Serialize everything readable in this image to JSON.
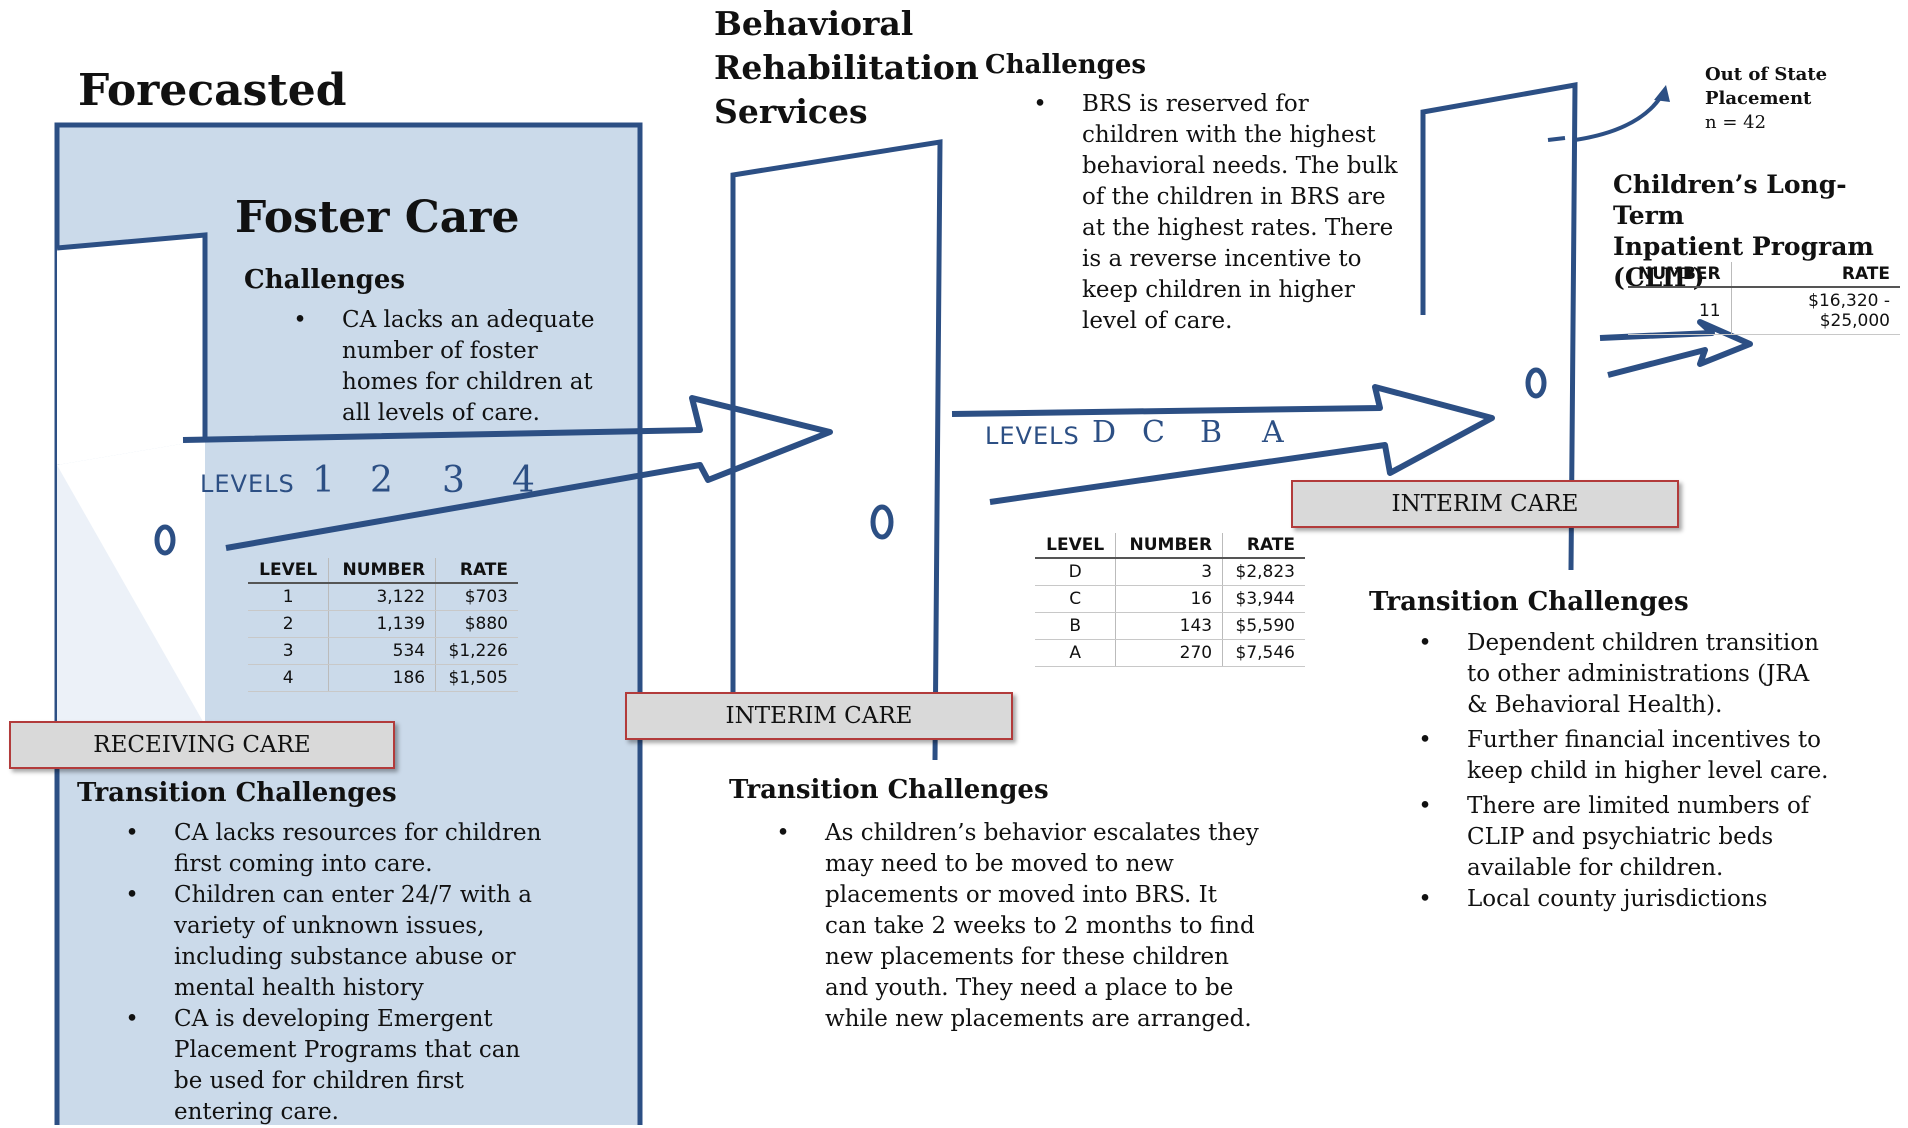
{
  "title": "Forecasted",
  "foster_care": {
    "heading": "Foster Care",
    "challenges_heading": "Challenges",
    "challenges": [
      "CA lacks an adequate number of foster homes for children at all levels of care."
    ],
    "levels_label": "LEVELS",
    "levels": [
      "1",
      "2",
      "3",
      "4"
    ],
    "table": {
      "headers": [
        "LEVEL",
        "NUMBER",
        "RATE"
      ],
      "rows": [
        [
          "1",
          "3,122",
          "$703"
        ],
        [
          "2",
          "1,139",
          "$880"
        ],
        [
          "3",
          "534",
          "$1,226"
        ],
        [
          "4",
          "186",
          "$1,505"
        ]
      ]
    },
    "box_label": "RECEIVING CARE",
    "transition_heading": "Transition Challenges",
    "transition": [
      "CA lacks resources for children first coming into care.",
      "Children can enter 24/7 with a variety of unknown issues, including substance abuse or mental health history",
      "CA is developing Emergent Placement Programs that can be used for children first entering care."
    ]
  },
  "brs": {
    "heading_lines": [
      "Behavioral",
      "Rehabilitation",
      "Services"
    ],
    "challenges_heading": "Challenges",
    "challenges": [
      "BRS is reserved for children with the highest behavioral needs.  The bulk of the children in BRS are at the highest rates.  There is a reverse incentive to keep children in higher level of care."
    ],
    "levels_label": "LEVELS",
    "levels": [
      "D",
      "C",
      "B",
      "A"
    ],
    "table": {
      "headers": [
        "LEVEL",
        "NUMBER",
        "RATE"
      ],
      "rows": [
        [
          "D",
          "3",
          "$2,823"
        ],
        [
          "C",
          "16",
          "$3,944"
        ],
        [
          "B",
          "143",
          "$5,590"
        ],
        [
          "A",
          "270",
          "$7,546"
        ]
      ]
    },
    "box_label": "INTERIM CARE",
    "transition_heading": "Transition Challenges",
    "transition": [
      "As children’s behavior escalates they may need to be moved to new placements or moved into BRS.  It can take 2 weeks to 2 months to find new placements for these children and youth.  They need a place to be while new placements are arranged."
    ]
  },
  "clip": {
    "box_label": "INTERIM CARE",
    "out_of_state_lines": [
      "Out of State",
      "Placement"
    ],
    "out_of_state_n": "n = 42",
    "heading_lines": [
      "Children’s Long-Term",
      "Inpatient Program",
      "(CLIP)"
    ],
    "table": {
      "headers": [
        "NUMBER",
        "RATE"
      ],
      "rows": [
        [
          "11",
          "$16,320 - $25,000"
        ]
      ]
    },
    "transition_heading": "Transition Challenges",
    "transition": [
      "Dependent children transition to other administrations (JRA & Behavioral Health).",
      "Further financial incentives to keep child in higher level care.",
      "There are limited numbers of CLIP and psychiatric beds available for children.",
      "Local county jurisdictions"
    ]
  },
  "colors": {
    "panel_fill": "#cbdaea",
    "door_line": "#2c4f84",
    "box_border": "#b23b3b",
    "box_fill": "#d9d9d9"
  }
}
